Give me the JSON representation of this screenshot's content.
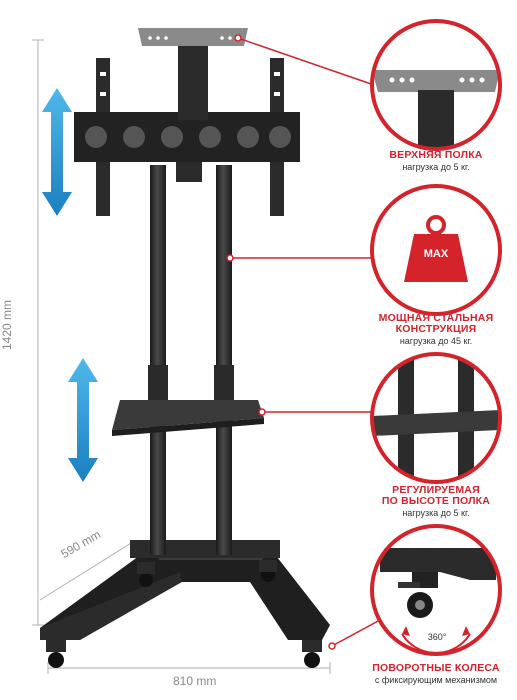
{
  "dimensions": {
    "height": "1420 mm",
    "depth": "590 mm",
    "width": "810 mm"
  },
  "callouts": [
    {
      "title": "ВЕРХНЯЯ ПОЛКА",
      "subtitle": "нагрузка до 5 кг."
    },
    {
      "title": "МОЩНАЯ СТАЛЬНАЯ\nКОНСТРУКЦИЯ",
      "subtitle": "нагрузка до 45 кг.",
      "badge": "MAX"
    },
    {
      "title": "РЕГУЛИРУЕМАЯ\nПО ВЫСОТЕ ПОЛКА",
      "subtitle": "нагрузка до 5 кг."
    },
    {
      "title": "ПОВОРОТНЫЕ КОЛЕСА",
      "subtitle": "с фиксирующим механизмом",
      "badge": "360°"
    }
  ],
  "colors": {
    "accent": "#d4232b",
    "arrow": "#2a9fd8",
    "frame": "#2b2b2b",
    "dimension": "#8a8a8a"
  }
}
